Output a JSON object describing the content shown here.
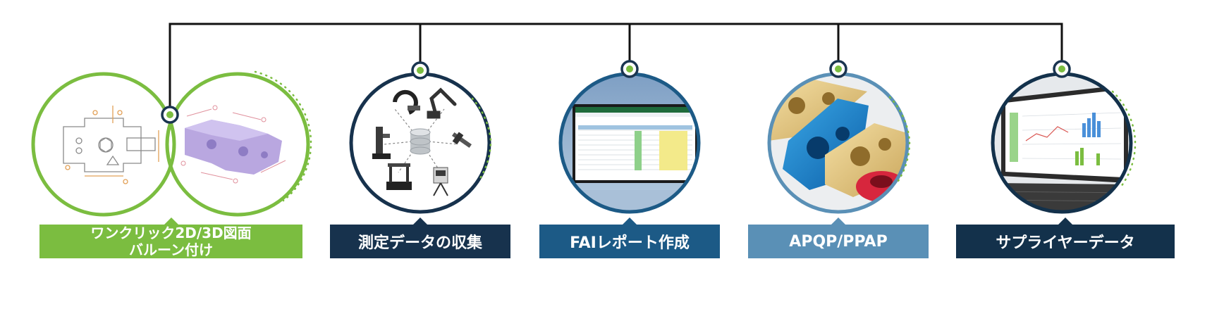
{
  "colors": {
    "connector": "#111111",
    "green": "#7bbd40",
    "navy": "#17324d",
    "blue": "#1c5a86",
    "steel": "#5a90b6",
    "dark_navy": "#13314b"
  },
  "steps": [
    {
      "line1": "ワンクリック2D/3D図面",
      "line2": "バルーン付け"
    },
    {
      "label": "測定データの収集"
    },
    {
      "label": "FAIレポート作成"
    },
    {
      "label": "APQP/PPAP"
    },
    {
      "label": "サプライヤーデータ"
    }
  ],
  "icons": {
    "step1": [
      "2d-drawing-icon",
      "3d-model-icon"
    ],
    "step2": [
      "micrometer-icon",
      "cmm-arm-icon",
      "caliper-icon",
      "database-icon",
      "height-gauge-icon",
      "total-station-icon"
    ],
    "step3": "fai-report-screen-icon",
    "step4": "machined-parts-icon",
    "step5": "analytics-dashboard-icon"
  }
}
